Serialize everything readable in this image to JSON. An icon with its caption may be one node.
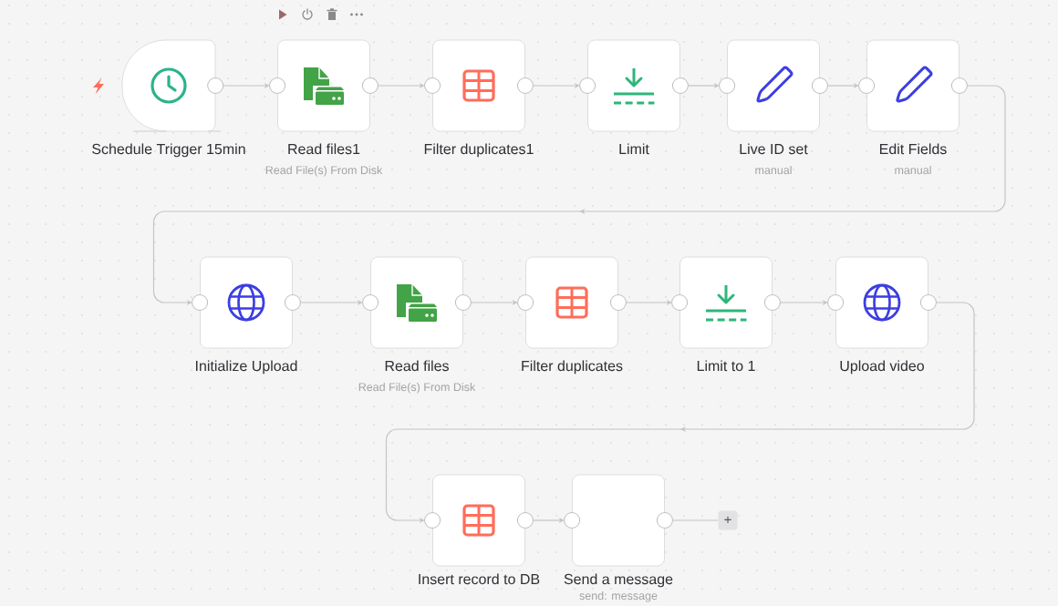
{
  "diagram": {
    "nodes": [
      {
        "text": [
          "Schedule Trigger 15min"
        ]
      },
      {
        "text": [
          "Read files1"
        ],
        "beside": [
          "Read File(s) From Disk"
        ]
      },
      {
        "text": [
          "Filter duplicates1"
        ]
      },
      {
        "text": [
          "Limit"
        ]
      },
      {
        "text": [
          "Live ID set"
        ],
        "beside": [
          "manual"
        ]
      },
      {
        "text": [
          "Edit Fields"
        ],
        "beside": [
          "manual"
        ]
      },
      {
        "text": [
          "Initialize Upload"
        ]
      },
      {
        "text": [
          "Read files"
        ],
        "beside": [
          "Read File(s) From Disk"
        ]
      },
      {
        "text": [
          "Filter duplicates"
        ]
      },
      {
        "text": [
          "Limit to 1"
        ]
      },
      {
        "text": [
          "Upload video"
        ]
      },
      {
        "text": [
          "Insert record to DB"
        ]
      },
      {
        "text": [
          "Send a message"
        ],
        "beside": [
          "send: message"
        ]
      },
      {
        "text": [
          "+"
        ]
      }
    ],
    "edges": [
      {
        "from": 0,
        "to": 1,
        "arrow": "to"
      },
      {
        "from": 1,
        "to": 2,
        "arrow": "to"
      },
      {
        "from": 2,
        "to": 3,
        "arrow": "to"
      },
      {
        "from": 3,
        "to": 4,
        "arrow": "to"
      },
      {
        "from": 4,
        "to": 5,
        "arrow": "to"
      },
      {
        "from": 5,
        "to": 6,
        "arrow": "to"
      },
      {
        "from": 6,
        "to": 7,
        "arrow": "to"
      },
      {
        "from": 7,
        "to": 8,
        "arrow": "to"
      },
      {
        "from": 8,
        "to": 9,
        "arrow": "to"
      },
      {
        "from": 9,
        "to": 10,
        "arrow": "to"
      },
      {
        "from": 10,
        "to": 11,
        "arrow": "to"
      },
      {
        "from": 11,
        "to": 12,
        "arrow": "to"
      },
      {
        "from": 12,
        "to": 13,
        "arrow": "none"
      }
    ]
  }
}
